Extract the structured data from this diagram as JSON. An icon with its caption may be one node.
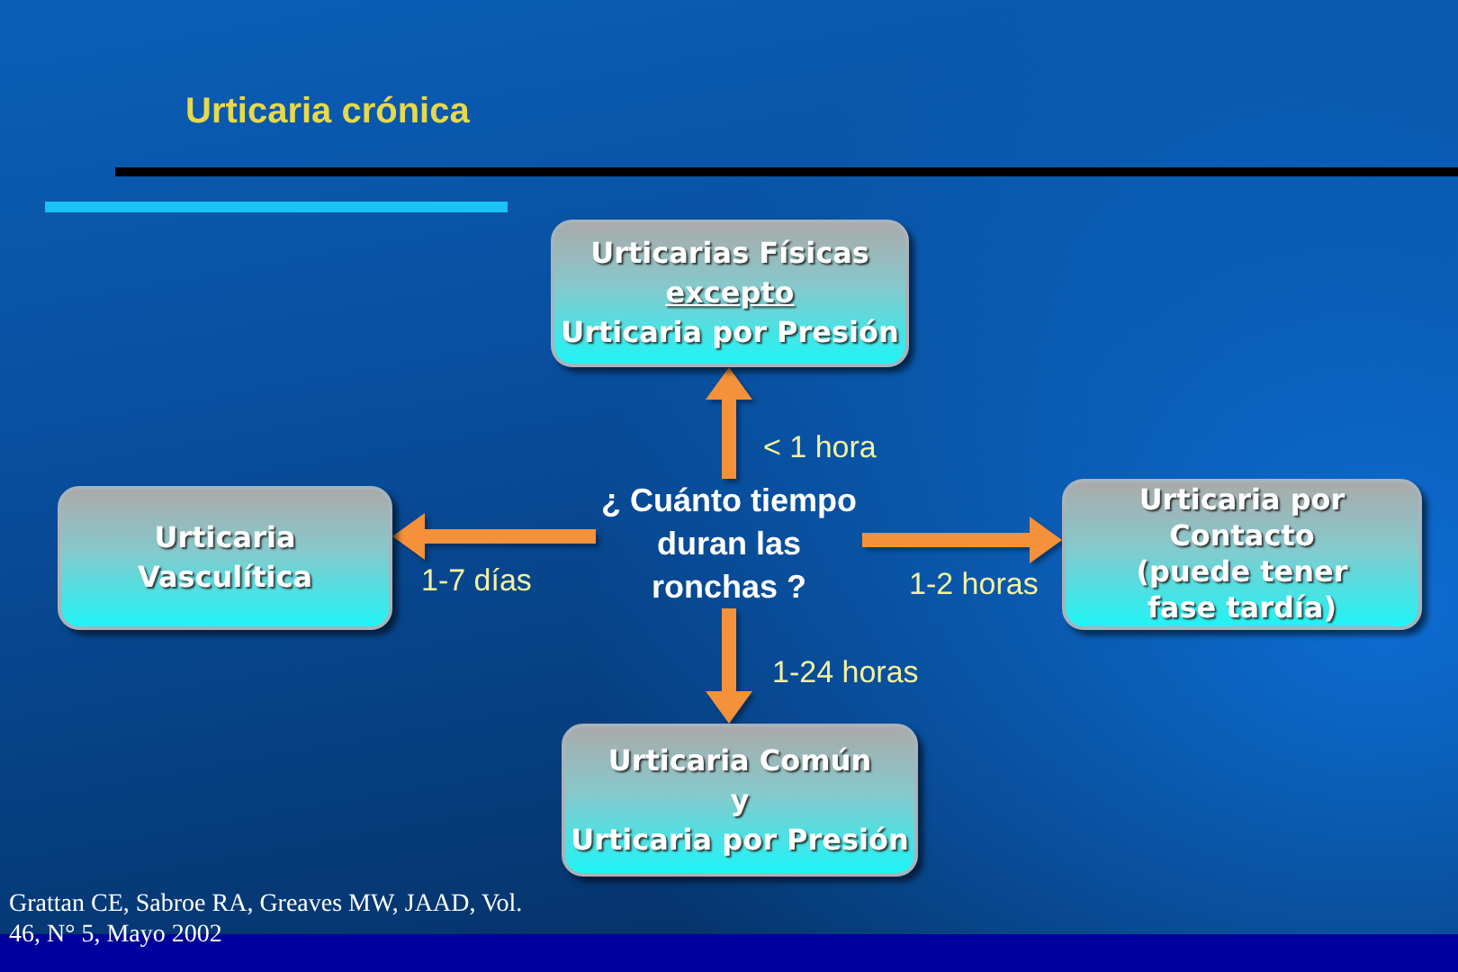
{
  "diagram": {
    "title": "Urticaria crónica",
    "nodes": [
      {
        "text": [
          "Urticarias Físicas",
          "excepto",
          "Urticaria por Presión"
        ]
      },
      {
        "text": [
          "Urticaria Vasculítica"
        ]
      },
      {
        "text": [
          "¿ Cuánto tiempo duran las ronchas ?"
        ]
      },
      {
        "text": [
          "Urticaria por Contacto (puede tener fase tardía)"
        ]
      },
      {
        "text": [
          "Urticaria Común",
          "y",
          "Urticaria por Presión"
        ]
      }
    ],
    "edges": [
      {
        "from": 2,
        "to": 0,
        "arrow": "to",
        "label": "< 1 hora"
      },
      {
        "from": 2,
        "to": 1,
        "arrow": "to",
        "label": "1-7 días"
      },
      {
        "from": 2,
        "to": 3,
        "arrow": "to",
        "label": "1-2 horas"
      },
      {
        "from": 2,
        "to": 4,
        "arrow": "to",
        "label": "1-24 horas"
      }
    ],
    "labels": [
      "Grattan CE, Sabroe RA, Greaves MW, JAAD, Vol. 46, N° 5, Mayo 2002"
    ]
  }
}
